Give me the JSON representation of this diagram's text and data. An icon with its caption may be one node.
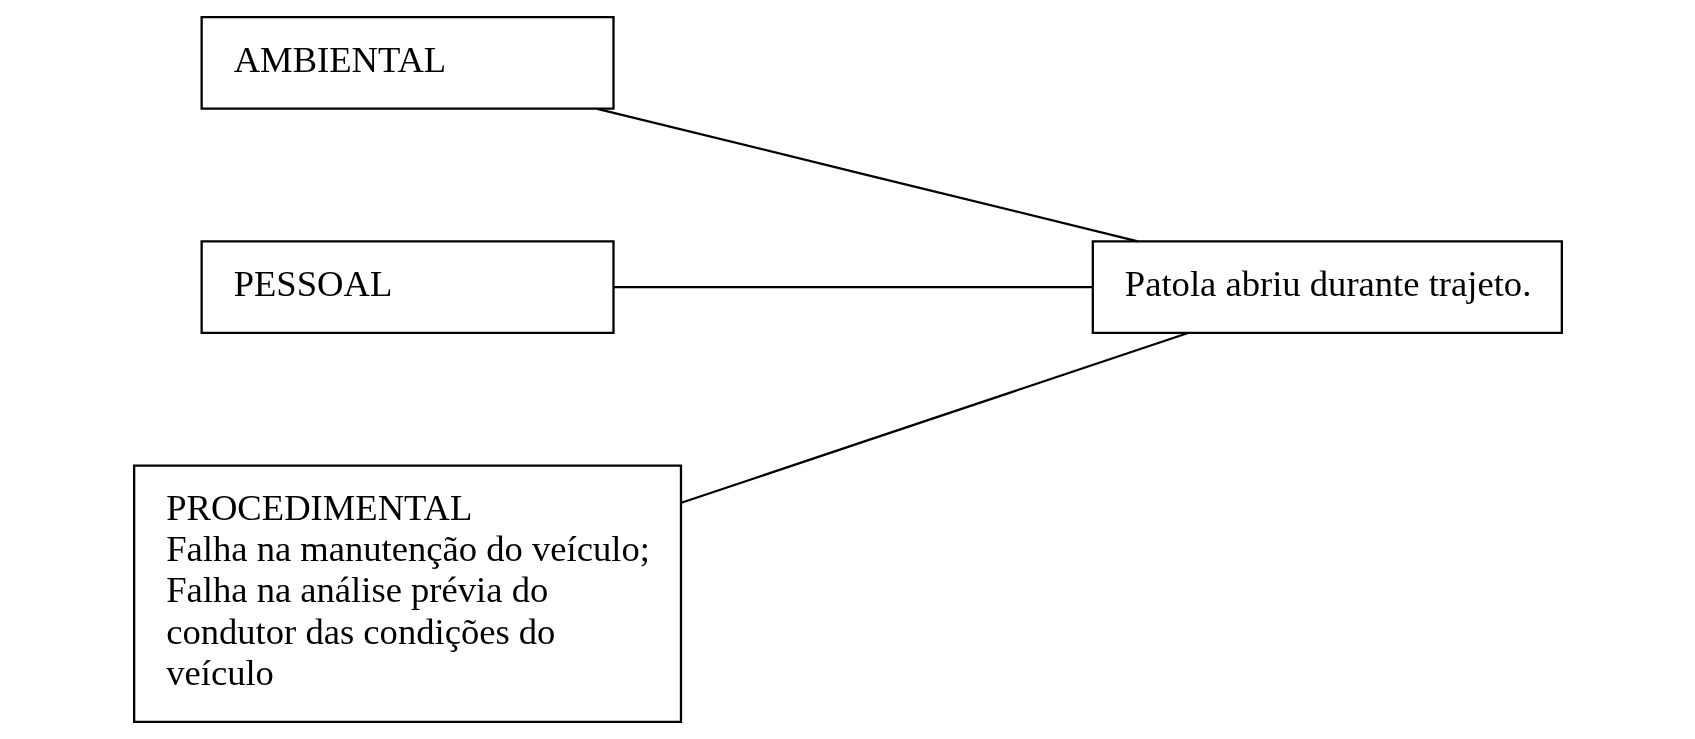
{
  "diagram": {
    "nodes": [
      {
        "text": [
          "AMBIENTAL"
        ]
      },
      {
        "text": [
          "PESSOAL"
        ]
      },
      {
        "text": [
          "PROCEDIMENTAL",
          "Falha na manutenção do veículo; Falha na análise prévia do condutor das condições do veículo"
        ]
      },
      {
        "text": [
          "Patola abriu durante trajeto."
        ]
      }
    ],
    "edges": [
      {
        "from": 0,
        "to": 3,
        "arrow": "none"
      },
      {
        "from": 1,
        "to": 3,
        "arrow": "none"
      },
      {
        "from": 2,
        "to": 3,
        "arrow": "none"
      }
    ]
  }
}
